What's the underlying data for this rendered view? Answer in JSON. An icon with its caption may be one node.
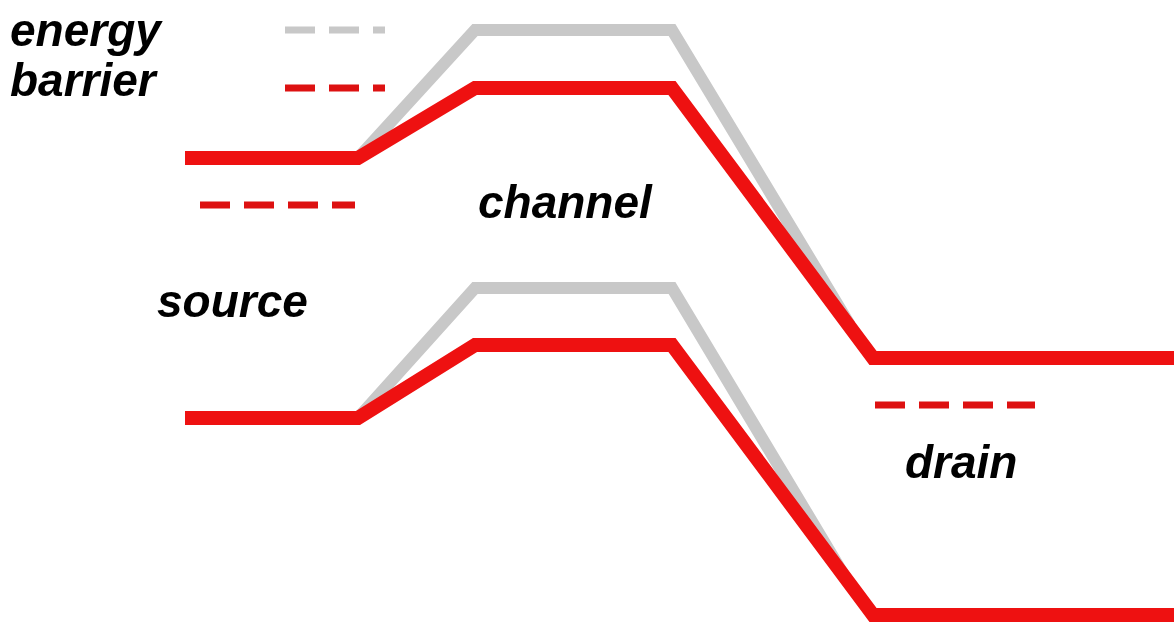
{
  "diagram": {
    "labels": [
      "energy barrier",
      "channel",
      "source",
      "drain"
    ]
  }
}
